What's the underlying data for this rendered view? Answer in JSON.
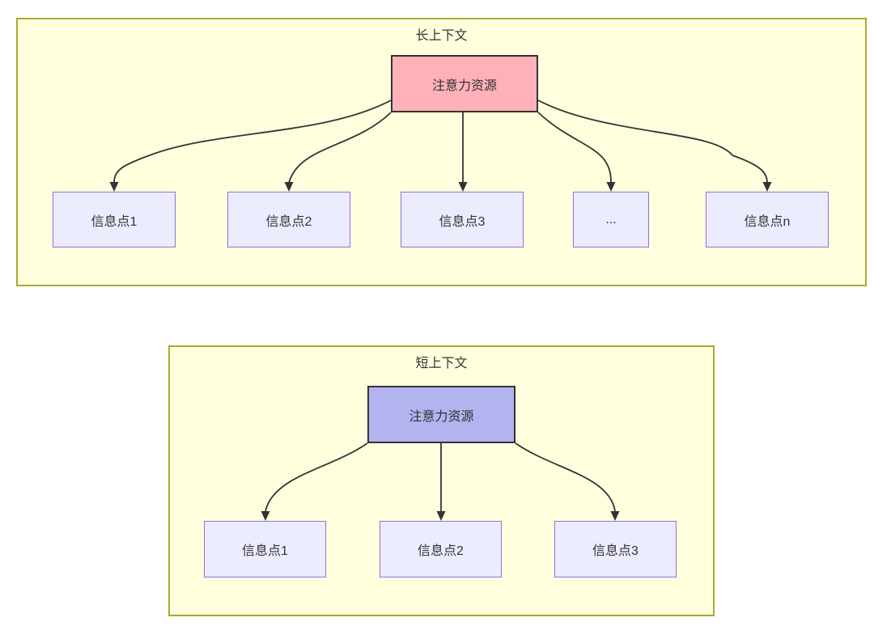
{
  "diagram": {
    "type": "flowchart",
    "sections": [
      {
        "id": "long-context",
        "title": "长上下文",
        "root": {
          "label": "注意力资源",
          "fill": "#ffb1b9"
        },
        "children": [
          {
            "label": "信息点1"
          },
          {
            "label": "信息点2"
          },
          {
            "label": "信息点3"
          },
          {
            "label": "..."
          },
          {
            "label": "信息点n"
          }
        ]
      },
      {
        "id": "short-context",
        "title": "短上下文",
        "root": {
          "label": "注意力资源",
          "fill": "#b3b3f0"
        },
        "children": [
          {
            "label": "信息点1"
          },
          {
            "label": "信息点2"
          },
          {
            "label": "信息点3"
          }
        ]
      }
    ],
    "colors": {
      "container_fill": "#ffffde",
      "container_border": "#aaaa33",
      "child_node_fill": "#ececff",
      "child_node_border": "#9370db",
      "long_root_fill": "#ffb1b9",
      "short_root_fill": "#b3b3f0",
      "root_border": "#333333",
      "edge": "#333333",
      "text": "#333333"
    }
  }
}
